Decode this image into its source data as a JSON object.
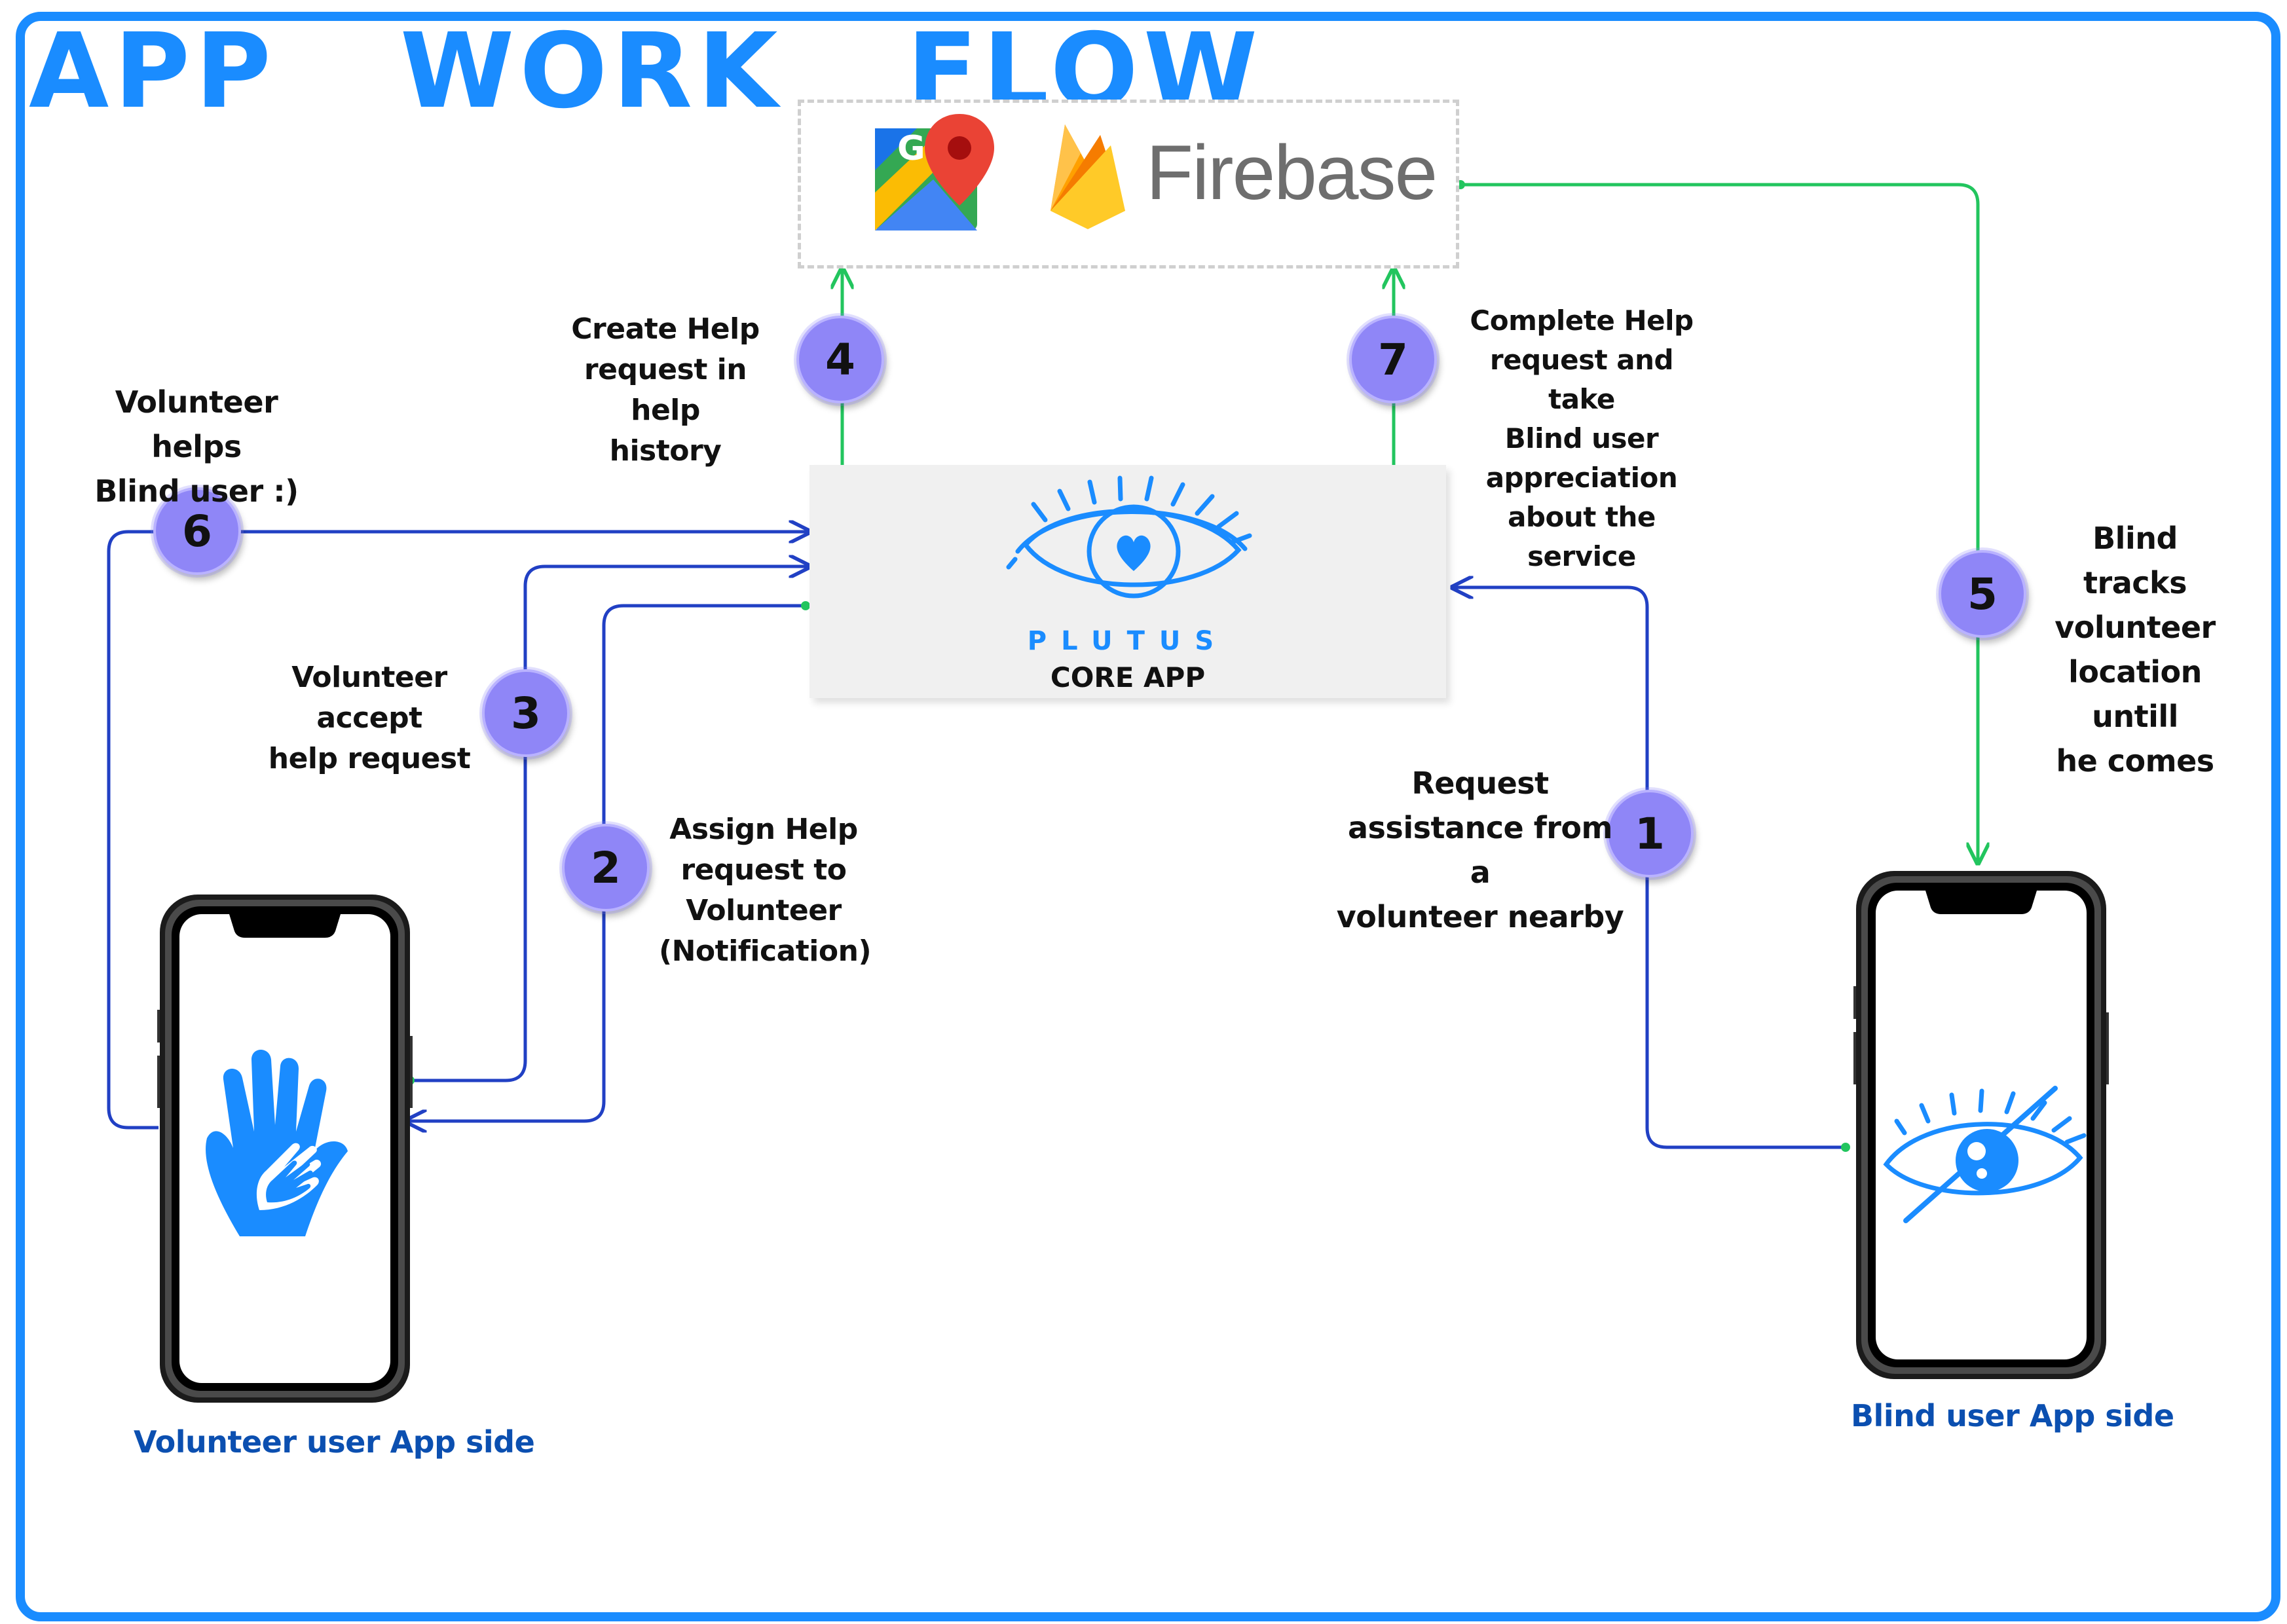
{
  "title": "APP   WORK   FLOW",
  "services": {
    "firebase": "Firebase",
    "maps_icon_letter": "G"
  },
  "core": {
    "brand": "PLUTUS",
    "label": "CORE APP"
  },
  "steps": [
    {
      "num": "1",
      "lines": [
        "Request",
        "assistance from a",
        "volunteer nearby"
      ]
    },
    {
      "num": "2",
      "lines": [
        "Assign Help",
        "request to",
        "Volunteer",
        "(Notification)"
      ]
    },
    {
      "num": "3",
      "lines": [
        "Volunteer accept",
        "help request"
      ]
    },
    {
      "num": "4",
      "lines": [
        "Create Help",
        "request in help",
        "history"
      ]
    },
    {
      "num": "5",
      "lines": [
        "Blind tracks",
        "volunteer",
        "location untill",
        "he comes"
      ]
    },
    {
      "num": "6",
      "lines": [
        "Volunteer helps",
        "Blind user :)"
      ]
    },
    {
      "num": "7",
      "lines": [
        "Complete Help",
        "request and take",
        "Blind user",
        "appreciation",
        "about the service"
      ]
    }
  ],
  "phones": {
    "volunteer_label": "Volunteer user App side",
    "blind_label": "Blind user App side"
  },
  "colors": {
    "frame": "#1a8cff",
    "blue_line": "#2140c4",
    "green_line": "#22c55e",
    "badge": "#8f86f7",
    "side_label": "#0b4fb0"
  },
  "icons": [
    "google-maps-icon",
    "firebase-flame-icon",
    "plutus-eye-heart-icon",
    "helping-hands-icon",
    "crossed-eye-icon"
  ]
}
